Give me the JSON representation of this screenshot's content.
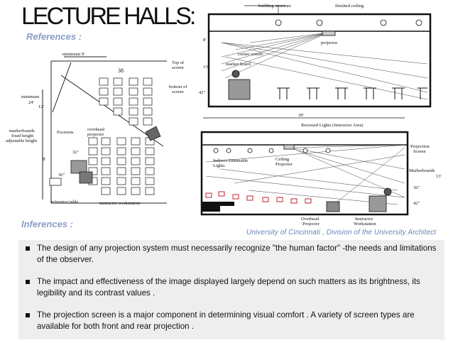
{
  "slide": {
    "title": "LECTURE HALLS:",
    "references_label": "References :",
    "inferences_label": "Inferences :",
    "caption": "University of Cincinnati , Division of the University Architect"
  },
  "figure_left": {
    "minimum_9": "minimum 9'",
    "minimum_24": "minimum",
    "dim_24": "24'",
    "dim_12": "12'",
    "markerboards": "markerboards",
    "fixed_height": "fixed height",
    "adjustable_height": "adjustable height",
    "screens_9": "9'screens",
    "overhead_projector": "overhead",
    "projector": "projector",
    "dim_38": "38",
    "dim_32": "32\"",
    "dim_36": "36\"",
    "dim_8": "8'",
    "reference_table": "reference table",
    "instructor_workstation": "instructor workstation",
    "top_of_screen_1": "Top of",
    "top_of_screen_2": "screen",
    "bottom_of_screen_1": "bottom of",
    "bottom_of_screen_2": "screen"
  },
  "figure_top_right": {
    "building_structure": "building structure",
    "finished_ceiling": "finished ceiling",
    "projector": "projector",
    "corner_screen": "corner screen",
    "marker_board": "marker board",
    "dim_8": "8'",
    "dim_13": "13'",
    "dim_42": "42\""
  },
  "figure_bottom_right": {
    "dim_39": "39'",
    "recessed_lights": "Recessed Lights (Instructor Area)",
    "projection_screen_1": "Projection",
    "projection_screen_2": "Screen",
    "markerboards": "Markerboards",
    "indirect_lights_1": "Indirect Dimmable",
    "indirect_lights_2": "Lights",
    "ceiling_projector_1": "Ceiling",
    "ceiling_projector_2": "Projector",
    "dim_13": "13'",
    "dim_36": "36\"",
    "dim_42": "42\"",
    "overhead_projector_1": "Overhead",
    "overhead_projector_2": "Projector",
    "instructor_workstation_1": "Instructor",
    "instructor_workstation_2": "Workstation"
  },
  "bullets": [
    "The design of any projection system must necessarily recognize \"the human factor\" -the needs and limitations of the observer.",
    "The impact and effectiveness of the image displayed largely depend on such matters as its brightness, its legibility and its contrast values .",
    "The projection screen is a major component in determining visual comfort . A variety of screen types are available for both front and rear projection ."
  ]
}
